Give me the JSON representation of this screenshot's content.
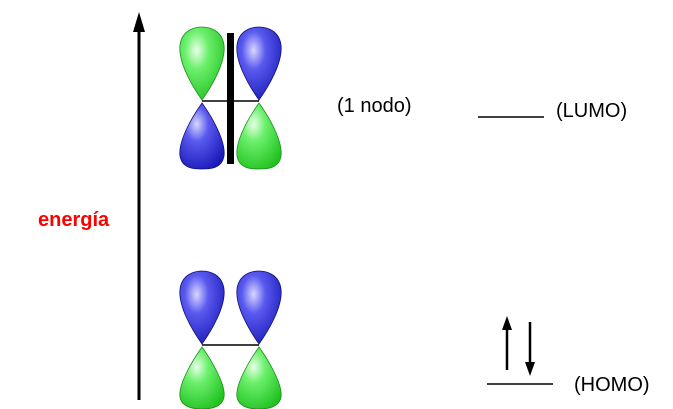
{
  "labels": {
    "energy": "energía",
    "node_count": "(1 nodo)",
    "lumo": "(LUMO)",
    "homo": "(HOMO)"
  },
  "colors": {
    "lobe_blue": "#2b2bd9",
    "lobe_green": "#3fdf3f",
    "energy_text": "#ff0000",
    "ink": "#000000"
  },
  "orbitals": {
    "antibonding": {
      "left_p_orbital": {
        "top": "green",
        "bottom": "blue"
      },
      "right_p_orbital": {
        "top": "blue",
        "bottom": "green"
      },
      "nodal_plane": true,
      "nodes": 1
    },
    "bonding": {
      "left_p_orbital": {
        "top": "blue",
        "bottom": "green"
      },
      "right_p_orbital": {
        "top": "blue",
        "bottom": "green"
      },
      "nodal_plane": false,
      "nodes": 0
    }
  },
  "levels": {
    "lumo": {
      "electrons": 0
    },
    "homo": {
      "electrons": 2,
      "spins": [
        "up",
        "down"
      ]
    }
  }
}
